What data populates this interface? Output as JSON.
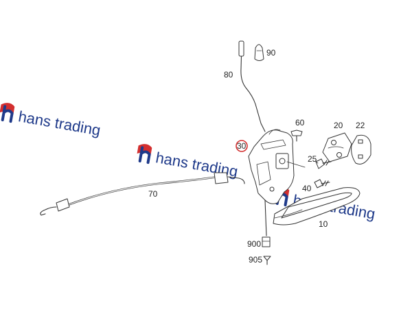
{
  "watermark": {
    "text": "hans trading",
    "brand_color": "#1f3a8a",
    "accent_color": "#d32f2f",
    "icon": "hans-trading-logo-icon"
  },
  "highlight_color": "#d32f2f",
  "part_labels": [
    {
      "id": "p90",
      "text": "90"
    },
    {
      "id": "p80",
      "text": "80"
    },
    {
      "id": "p60",
      "text": "60"
    },
    {
      "id": "p20",
      "text": "20"
    },
    {
      "id": "p22",
      "text": "22"
    },
    {
      "id": "p30",
      "text": "30",
      "highlighted": true
    },
    {
      "id": "p25",
      "text": "25"
    },
    {
      "id": "p70",
      "text": "70"
    },
    {
      "id": "p40",
      "text": "40"
    },
    {
      "id": "p10",
      "text": "10"
    },
    {
      "id": "p900",
      "text": "900"
    },
    {
      "id": "p905",
      "text": "905"
    }
  ]
}
